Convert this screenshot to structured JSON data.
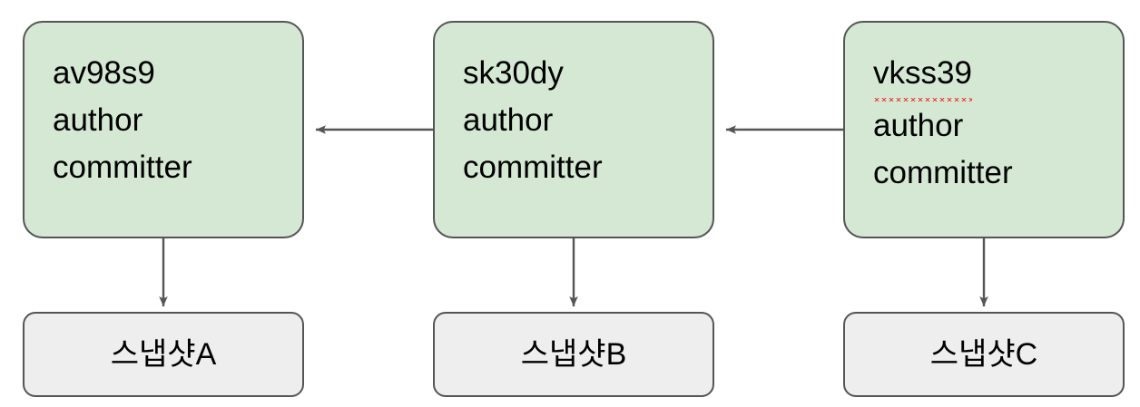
{
  "diagram": {
    "title": "Git commit chain with snapshots",
    "colors": {
      "commit_fill": "#d5e8d4",
      "snapshot_fill": "#eeeeee",
      "node_stroke": "#555555",
      "edge_stroke": "#555555",
      "text": "#000000",
      "spellcheck_underline": "#e8413a",
      "background": "#ffffff"
    },
    "commits": [
      {
        "id": "commit-a",
        "hash": "av98s9",
        "author_label": "author",
        "committer_label": "committer",
        "misspelled": false
      },
      {
        "id": "commit-b",
        "hash": "sk30dy",
        "author_label": "author",
        "committer_label": "committer",
        "misspelled": false
      },
      {
        "id": "commit-c",
        "hash": "vkss39",
        "author_label": "author",
        "committer_label": "committer",
        "misspelled": true
      }
    ],
    "snapshots": [
      {
        "id": "snapshot-a",
        "label": "스냅샷A"
      },
      {
        "id": "snapshot-b",
        "label": "스냅샷B"
      },
      {
        "id": "snapshot-c",
        "label": "스냅샷C"
      }
    ],
    "edges": [
      {
        "id": "edge-b-to-a",
        "from": "commit-b",
        "to": "commit-a",
        "direction": "left",
        "style": "solid-arrow"
      },
      {
        "id": "edge-c-to-b",
        "from": "commit-c",
        "to": "commit-b",
        "direction": "left",
        "style": "solid-arrow"
      },
      {
        "id": "edge-a-to-snapshot-a",
        "from": "commit-a",
        "to": "snapshot-a",
        "direction": "down",
        "style": "solid-arrow"
      },
      {
        "id": "edge-b-to-snapshot-b",
        "from": "commit-b",
        "to": "snapshot-b",
        "direction": "down",
        "style": "solid-arrow"
      },
      {
        "id": "edge-c-to-snapshot-c",
        "from": "commit-c",
        "to": "snapshot-c",
        "direction": "down",
        "style": "solid-arrow"
      }
    ]
  }
}
